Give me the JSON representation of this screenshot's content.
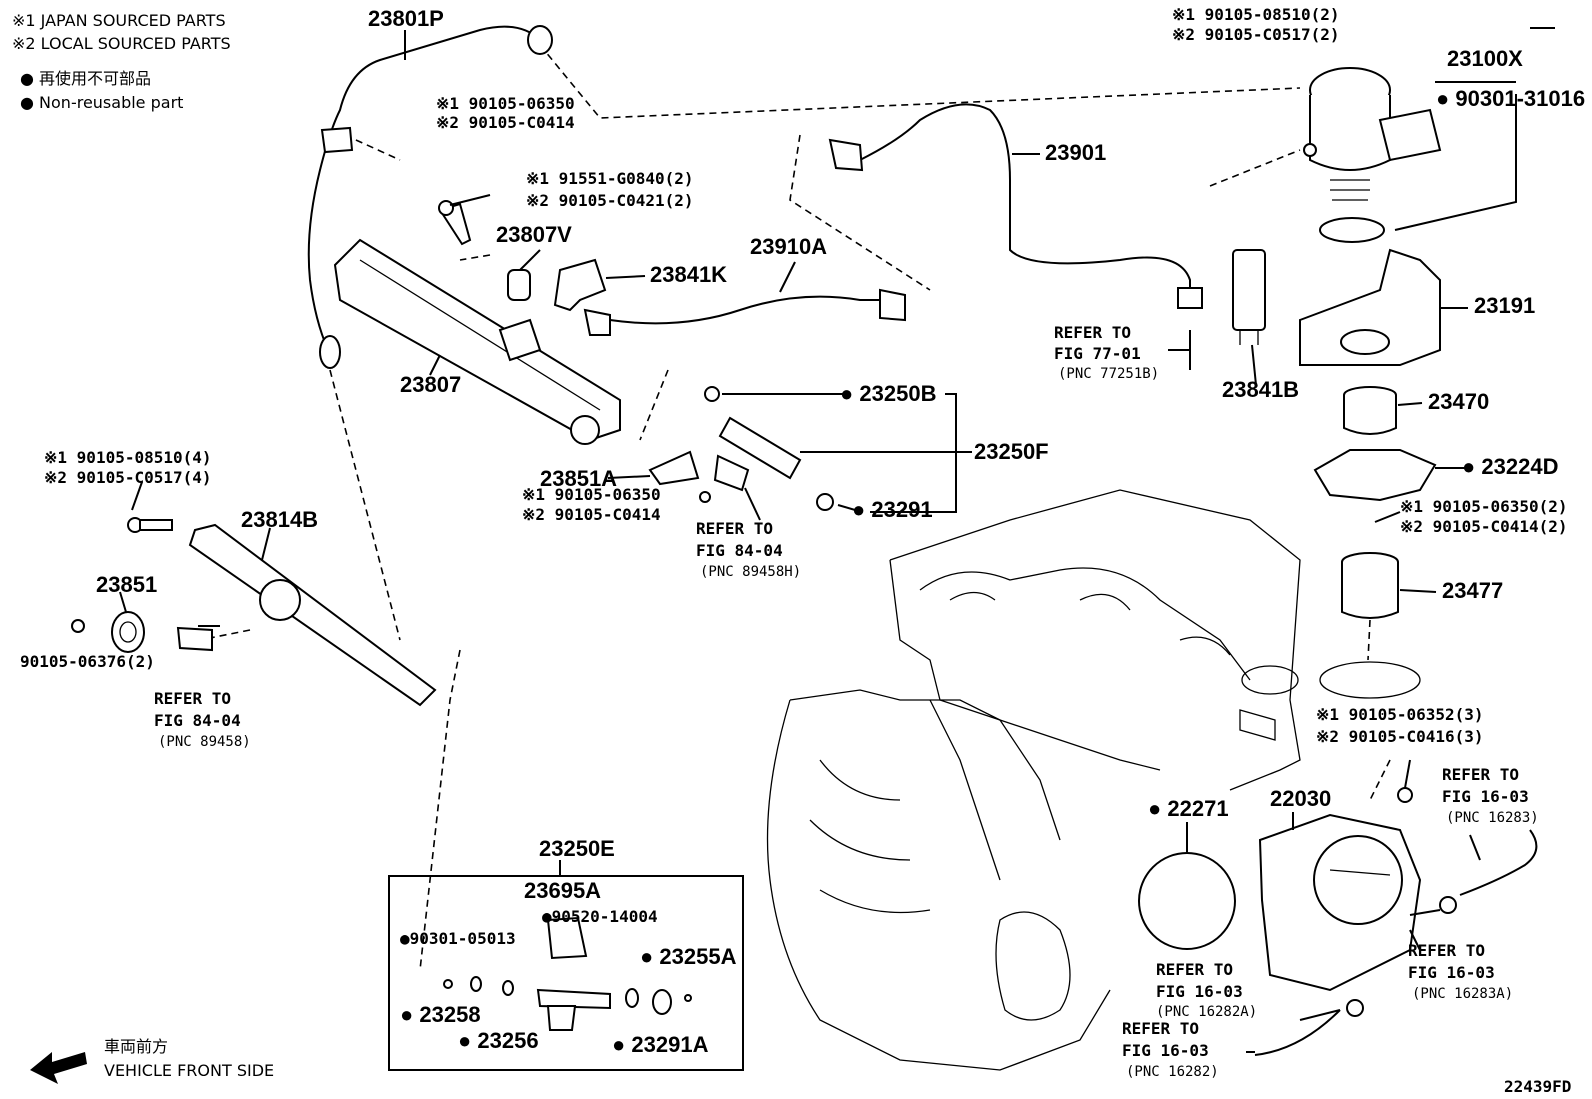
{
  "legend": {
    "note1": "※1 JAPAN SOURCED PARTS",
    "note2": "※2 LOCAL SOURCED PARTS",
    "bullet_jp": "● 再使用不可部品",
    "bullet_en": "● Non-reusable part"
  },
  "labels": {
    "p23801P": "23801P",
    "p23901": "23901",
    "p23100X": "23100X",
    "p23807V": "23807V",
    "p23841K": "23841K",
    "p23910A": "23910A",
    "p23807": "23807",
    "p23191": "23191",
    "p23841B": "23841B",
    "p23470": "23470",
    "p23250B": "● 23250B",
    "p23250F": "23250F",
    "p23851A": "23851A",
    "p23291": "● 23291",
    "p23224D": "● 23224D",
    "p23814B": "23814B",
    "p23851": "23851",
    "p23477": "23477",
    "p22271": "● 22271",
    "p22030": "22030",
    "p23250E": "23250E",
    "p23695A": "23695A",
    "p23255A": "● 23255A",
    "p23258": "● 23258",
    "p23256": "● 23256",
    "p23291A": "● 23291A",
    "b90301_31016": "● 90301-31016",
    "b90520_14004": "●90520-14004",
    "b90301_05013": "●90301-05013",
    "b90105_06376": "90105-06376(2)",
    "diagram_code": "22439FD"
  },
  "bolts": {
    "top_right_1": "※1 90105-08510(2)",
    "top_right_2": "※2 90105-C0517(2)",
    "top_mid_1": "※1 90105-06350",
    "top_mid_2": "※2 90105-C0414",
    "bolt_23807V_1": "※1 91551-G0840(2)",
    "bolt_23807V_2": "※2 90105-C0421(2)",
    "left_1": "※1 90105-08510(4)",
    "left_2": "※2 90105-C0517(4)",
    "mid_1": "※1 90105-06350",
    "mid_2": "※2 90105-C0414",
    "right_mid_1": "※1 90105-06350(2)",
    "right_mid_2": "※2 90105-C0414(2)",
    "right_low_1": "※1 90105-06352(3)",
    "right_low_2": "※2 90105-C0416(3)"
  },
  "refs": {
    "fig7701": {
      "line1": "REFER TO",
      "line2": "FIG 77-01",
      "pnc": "(PNC 77251B)"
    },
    "fig8404a": {
      "line1": "REFER TO",
      "line2": "FIG 84-04",
      "pnc": "(PNC 89458H)"
    },
    "fig8404b": {
      "line1": "REFER TO",
      "line2": "FIG 84-04",
      "pnc": "(PNC 89458)"
    },
    "fig1603a": {
      "line1": "REFER TO",
      "line2": "FIG 16-03",
      "pnc": "(PNC 16283)"
    },
    "fig1603b": {
      "line1": "REFER TO",
      "line2": "FIG 16-03",
      "pnc": "(PNC 16283A)"
    },
    "fig1603c": {
      "line1": "REFER TO",
      "line2": "FIG 16-03",
      "pnc": "(PNC 16282A)"
    },
    "fig1603d": {
      "line1": "REFER TO",
      "line2": "FIG 16-03",
      "pnc": "(PNC 16282)"
    }
  },
  "direction": {
    "jp": "車両前方",
    "en": "VEHICLE FRONT SIDE",
    "icon": "arrow-left-icon"
  }
}
